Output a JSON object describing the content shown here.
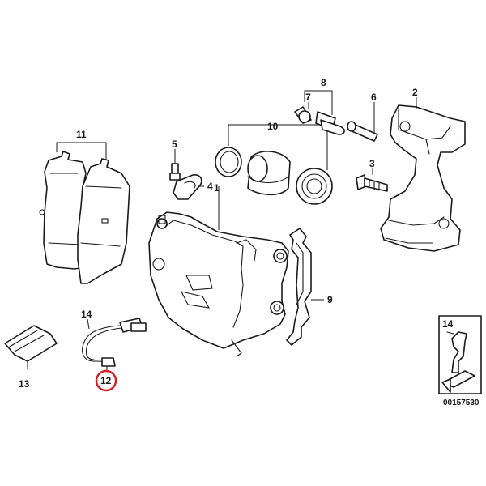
{
  "callouts": {
    "n1": "1",
    "n2": "2",
    "n3": "3",
    "n4": "4",
    "n5": "5",
    "n6": "6",
    "n7": "7",
    "n8": "8",
    "n9": "9",
    "n10": "10",
    "n11": "11",
    "n12": "12",
    "n13": "13",
    "n14": "14",
    "inset14": "14"
  },
  "highlight": {
    "callout": "12",
    "color": "#d42020"
  },
  "diagram_ref": "00157530"
}
